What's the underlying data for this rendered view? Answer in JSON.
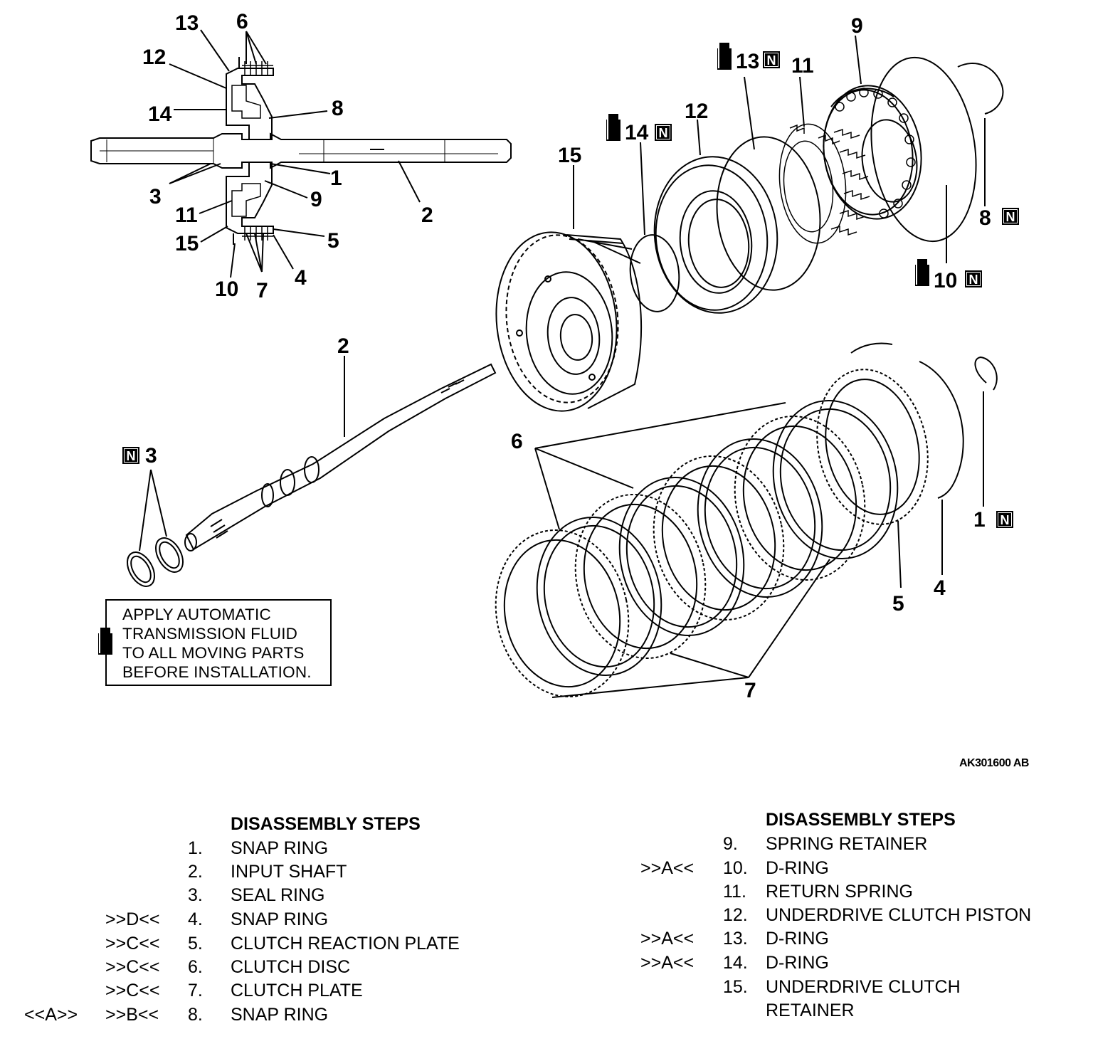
{
  "callouts": {
    "n13": "13",
    "n6": "6",
    "n12": "12",
    "n8": "8",
    "n14": "14",
    "n3": "3",
    "n1": "1",
    "n2": "2",
    "n11": "11",
    "n9": "9",
    "n15": "15",
    "n5": "5",
    "n10": "10",
    "n7": "7",
    "n4": "4"
  },
  "exploded": {
    "p9": "9",
    "p13": "13",
    "p11": "11",
    "p12": "12",
    "p14": "14",
    "p15": "15",
    "p8": "8",
    "p10": "10",
    "p2": "2",
    "p3": "3",
    "p6": "6",
    "p7": "7",
    "p5": "5",
    "p4": "4",
    "p1": "1",
    "new_part_symbol": "N"
  },
  "fluid_note": {
    "lines": [
      "APPLY AUTOMATIC",
      "TRANSMISSION FLUID",
      "TO ALL MOVING PARTS",
      "BEFORE INSTALLATION."
    ],
    "icon": "fluid-bottle-icon"
  },
  "figure_id": "AK301600 AB",
  "steps_left": {
    "heading": "DISASSEMBLY STEPS",
    "items": [
      {
        "ref": "",
        "ref2": "",
        "num": "1.",
        "label": "SNAP RING"
      },
      {
        "ref": "",
        "ref2": "",
        "num": "2.",
        "label": "INPUT SHAFT"
      },
      {
        "ref": "",
        "ref2": "",
        "num": "3.",
        "label": "SEAL RING"
      },
      {
        "ref": "",
        "ref2": ">>D<<",
        "num": "4.",
        "label": "SNAP RING"
      },
      {
        "ref": "",
        "ref2": ">>C<<",
        "num": "5.",
        "label": "CLUTCH REACTION PLATE"
      },
      {
        "ref": "",
        "ref2": ">>C<<",
        "num": "6.",
        "label": "CLUTCH DISC"
      },
      {
        "ref": "",
        "ref2": ">>C<<",
        "num": "7.",
        "label": "CLUTCH PLATE"
      },
      {
        "ref": "<<A>>",
        "ref2": ">>B<<",
        "num": "8.",
        "label": "SNAP RING"
      }
    ]
  },
  "steps_right": {
    "heading": "DISASSEMBLY STEPS",
    "items": [
      {
        "ref": "",
        "num": "9.",
        "label": "SPRING RETAINER"
      },
      {
        "ref": ">>A<<",
        "num": "10.",
        "label": "D-RING"
      },
      {
        "ref": "",
        "num": "11.",
        "label": "RETURN SPRING"
      },
      {
        "ref": "",
        "num": "12.",
        "label": "UNDERDRIVE CLUTCH PISTON"
      },
      {
        "ref": ">>A<<",
        "num": "13.",
        "label": "D-RING"
      },
      {
        "ref": ">>A<<",
        "num": "14.",
        "label": "D-RING"
      },
      {
        "ref": "",
        "num": "15.",
        "label": "UNDERDRIVE CLUTCH",
        "cont": "RETAINER"
      }
    ]
  }
}
